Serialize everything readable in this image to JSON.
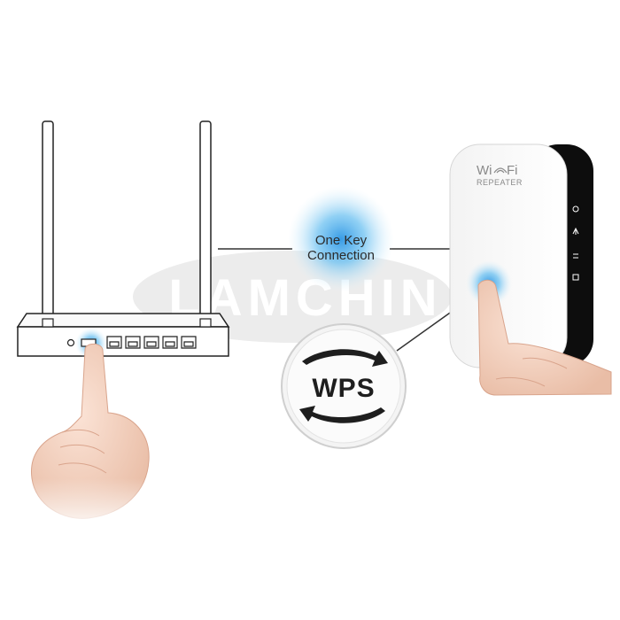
{
  "watermark": {
    "text": "LAMCHIN"
  },
  "callout": {
    "line1": "One Key",
    "line2": "Connection"
  },
  "badge": {
    "label": "WPS"
  },
  "repeater": {
    "brand_left": "Wi",
    "brand_right": "Fi",
    "model": "REPEATER"
  },
  "colors": {
    "glow": "#5fb7ee",
    "glow_core": "#1f8fe0",
    "device_dark": "#111111",
    "watermark_bg": "#ececec"
  },
  "icons": {
    "router": "router-icon",
    "repeater": "repeater-icon",
    "sync": "sync-arrows-icon"
  }
}
